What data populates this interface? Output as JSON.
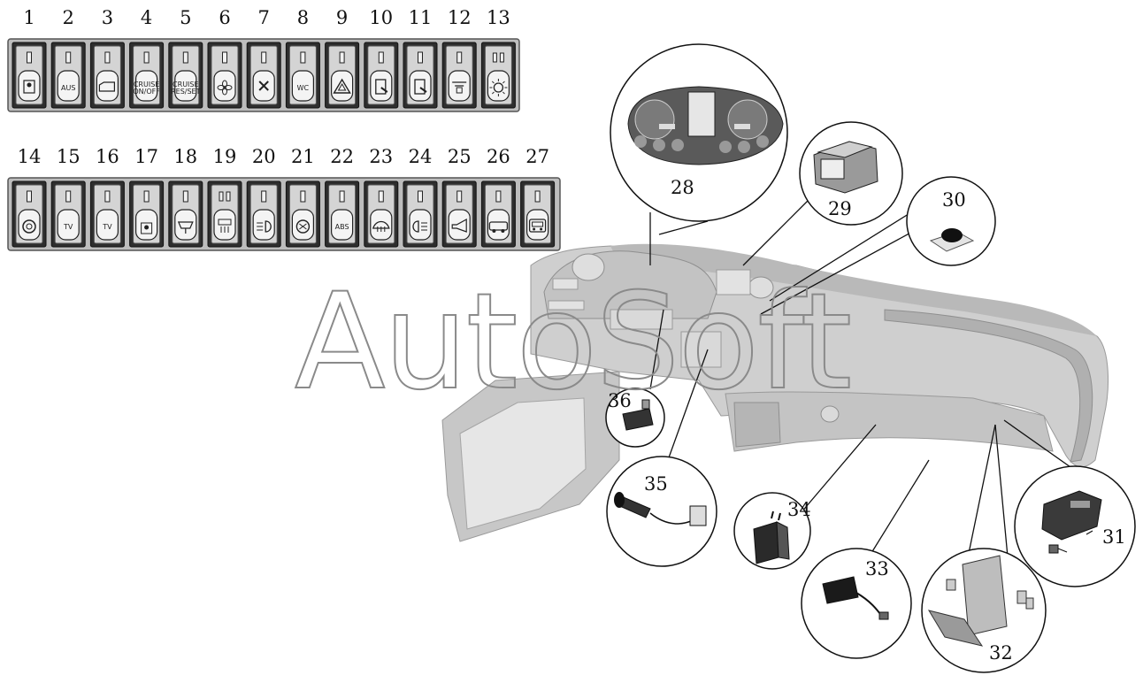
{
  "watermark": "AutoSoft",
  "switch_rows": [
    {
      "name": "row-1",
      "switches": [
        {
          "number": "1",
          "symbol": "person-icon",
          "text": ""
        },
        {
          "number": "2",
          "symbol": "text",
          "text": "AUS"
        },
        {
          "number": "3",
          "symbol": "engine-icon",
          "text": ""
        },
        {
          "number": "4",
          "symbol": "text",
          "text": "CRUISE ON/OFF"
        },
        {
          "number": "5",
          "symbol": "text",
          "text": "CRUISE RES/SET"
        },
        {
          "number": "6",
          "symbol": "fan-icon",
          "text": ""
        },
        {
          "number": "7",
          "symbol": "cross-icon",
          "text": ""
        },
        {
          "number": "8",
          "symbol": "text",
          "text": "WC"
        },
        {
          "number": "9",
          "symbol": "hazard-triangle-icon",
          "text": ""
        },
        {
          "number": "10",
          "symbol": "door-icon",
          "text": ""
        },
        {
          "number": "11",
          "symbol": "door-icon",
          "text": ""
        },
        {
          "number": "12",
          "symbol": "light-icon",
          "text": ""
        },
        {
          "number": "13",
          "symbol": "sun-icon",
          "text": ""
        }
      ]
    },
    {
      "name": "row-2",
      "switches": [
        {
          "number": "14",
          "symbol": "circle-light-icon",
          "text": ""
        },
        {
          "number": "15",
          "symbol": "text",
          "text": "TV"
        },
        {
          "number": "16",
          "symbol": "text",
          "text": "TV"
        },
        {
          "number": "17",
          "symbol": "steering-person-icon",
          "text": ""
        },
        {
          "number": "18",
          "symbol": "seat-icon",
          "text": ""
        },
        {
          "number": "19",
          "symbol": "defrost-icon",
          "text": ""
        },
        {
          "number": "20",
          "symbol": "fog-light-icon",
          "text": ""
        },
        {
          "number": "21",
          "symbol": "heater-icon",
          "text": ""
        },
        {
          "number": "22",
          "symbol": "text",
          "text": "ABS"
        },
        {
          "number": "23",
          "symbol": "windshield-heat-icon",
          "text": ""
        },
        {
          "number": "24",
          "symbol": "rear-fog-icon",
          "text": ""
        },
        {
          "number": "25",
          "symbol": "horn-icon",
          "text": ""
        },
        {
          "number": "26",
          "symbol": "bus-icon",
          "text": ""
        },
        {
          "number": "27",
          "symbol": "bus-front-icon",
          "text": ""
        }
      ]
    }
  ],
  "callouts": [
    {
      "number": "28",
      "part": "instrument-cluster"
    },
    {
      "number": "29",
      "part": "monitor-display"
    },
    {
      "number": "30",
      "part": "sensor-button"
    },
    {
      "number": "31",
      "part": "control-unit"
    },
    {
      "number": "32",
      "part": "fuse-relay-box"
    },
    {
      "number": "33",
      "part": "connector-module"
    },
    {
      "number": "34",
      "part": "relay"
    },
    {
      "number": "35",
      "part": "cigarette-lighter"
    },
    {
      "number": "36",
      "part": "small-switch"
    }
  ],
  "colors": {
    "panel": "#d6d6d6",
    "panel_dark": "#8c8c8c",
    "dashboard": "#cfcfcf",
    "dashboard_shade": "#b9b9b9",
    "ink": "#111111"
  }
}
